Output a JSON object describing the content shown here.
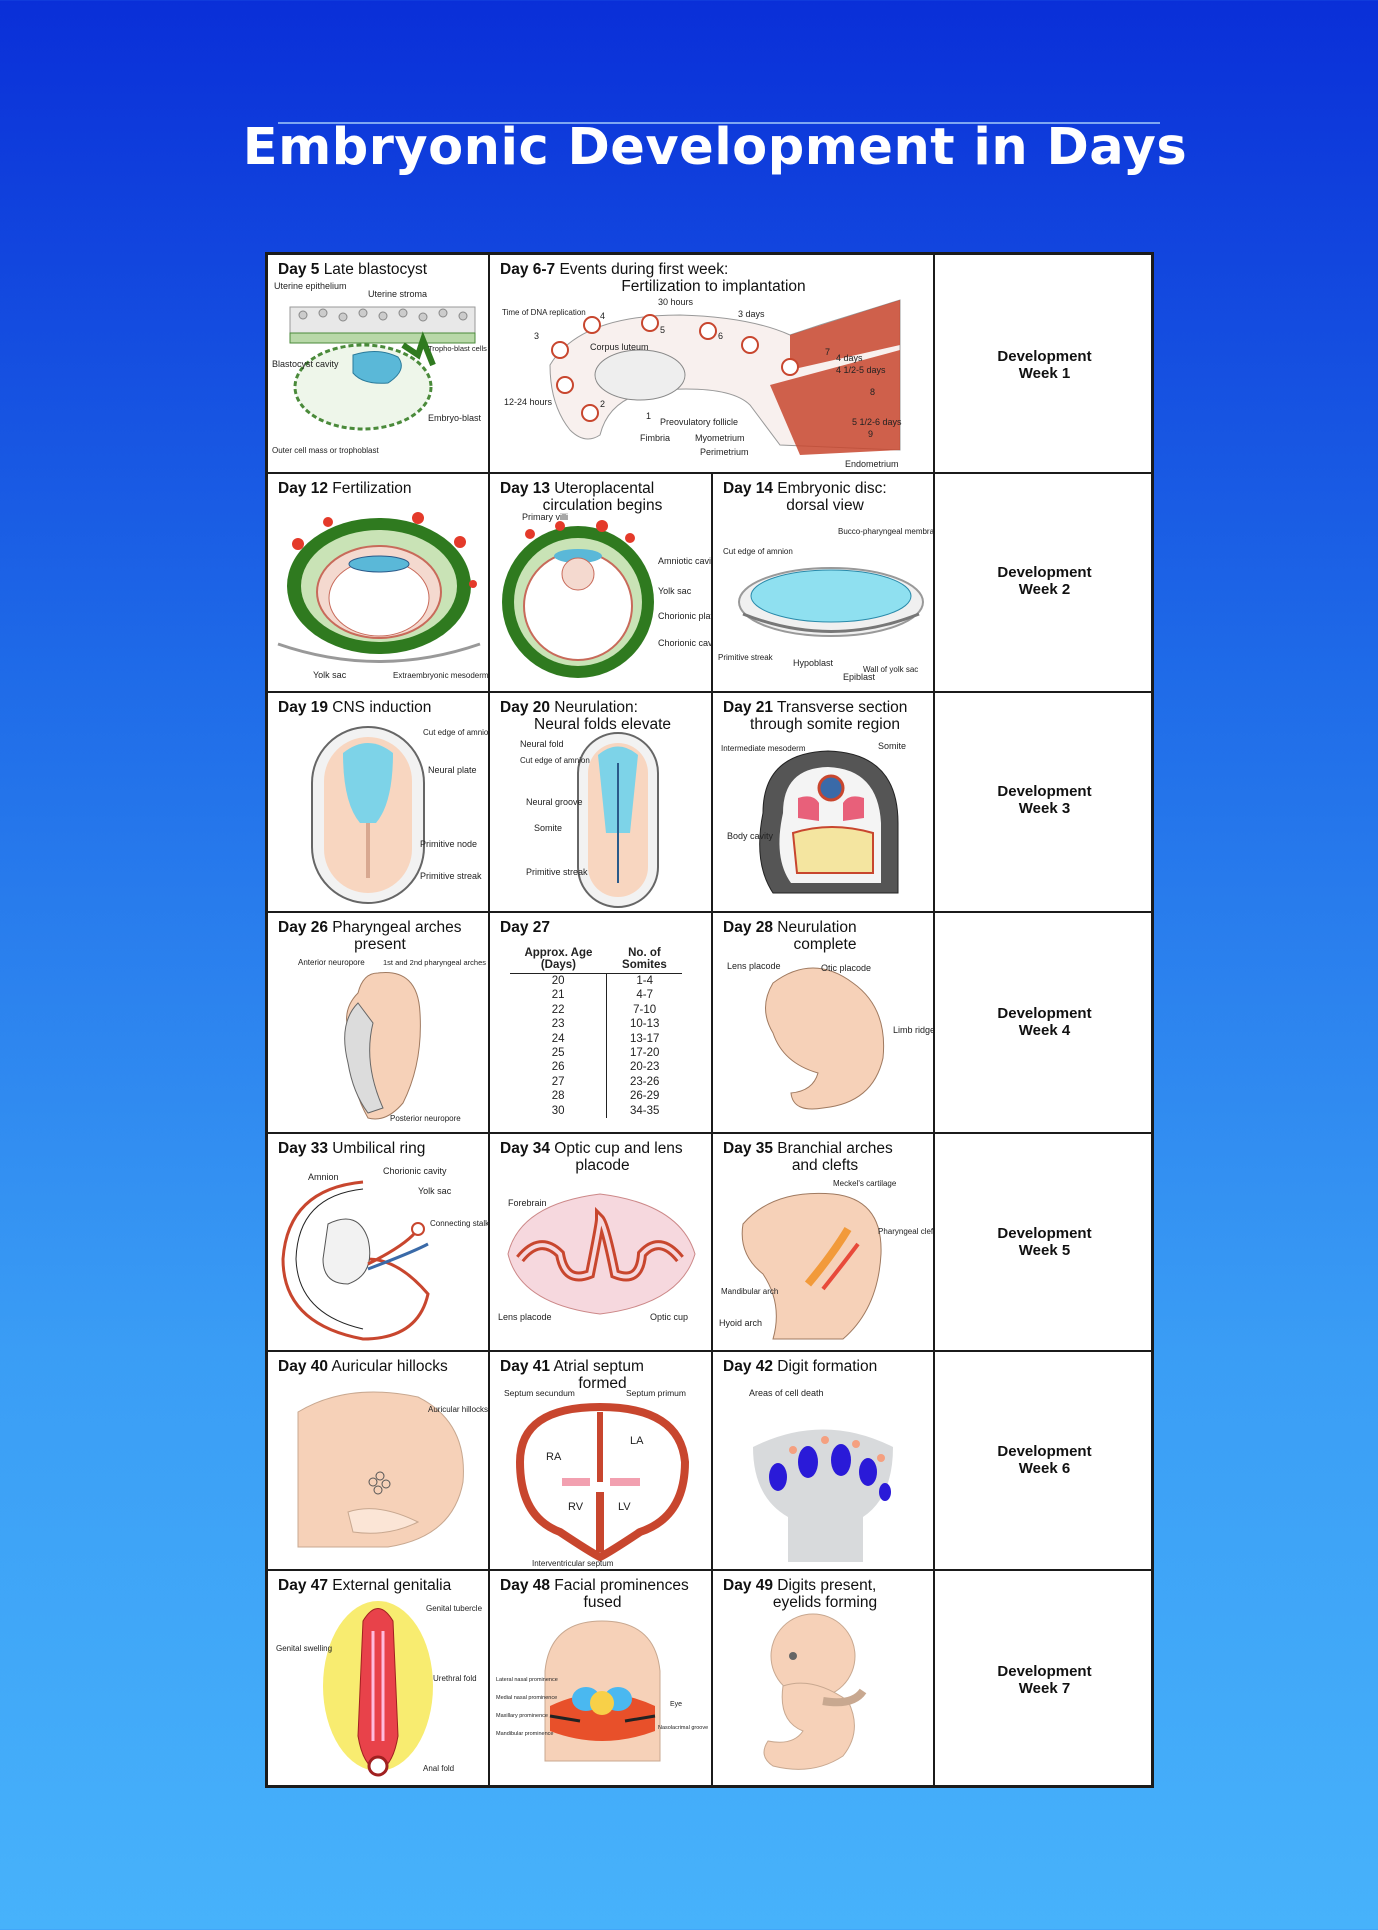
{
  "title": "Embryonic Development in Days",
  "colors": {
    "background_top": "#0a2fd8",
    "background_bottom": "#47b2fb",
    "tissue": "#f6d1b8",
    "neural": "#7dd3e8",
    "muscle": "#c8462e",
    "green": "#2f7a1f"
  },
  "rows": [
    {
      "week": [
        "Development",
        "Week 1"
      ],
      "cells": [
        {
          "day": "Day 5",
          "title": "Late blastocyst",
          "title2": "",
          "labels": [
            "Uterine epithelium",
            "Uterine stroma",
            "Tropho-blast cells",
            "Blastocyst cavity",
            "Embryo-blast",
            "Outer cell mass or trophoblast"
          ]
        },
        {
          "day": "Day 6-7",
          "title": "Events during first week:",
          "title2": "Fertilization to implantation",
          "labels": [
            "30 hours",
            "Time of DNA replication",
            "3 days",
            "Corpus luteum",
            "4 days",
            "4 1/2-5 days",
            "12-24 hours",
            "Preovulatory follicle",
            "Fimbria",
            "Myometrium",
            "Perimetrium",
            "5 1/2-6 days",
            "Endometrium",
            "1",
            "2",
            "3",
            "4",
            "5",
            "6",
            "7",
            "8",
            "9"
          ]
        }
      ]
    },
    {
      "week": [
        "Development",
        "Week 2"
      ],
      "cells": [
        {
          "day": "Day 12",
          "title": "Fertilization",
          "title2": "",
          "labels": [
            "Yolk sac",
            "Extraembryonic mesoderm"
          ]
        },
        {
          "day": "Day 13",
          "title": "Uteroplacental",
          "title2": "circulation begins",
          "labels": [
            "Primary villi",
            "Amniotic cavity",
            "Yolk sac",
            "Chorionic plate",
            "Chorionic cavity"
          ]
        },
        {
          "day": "Day 14",
          "title": "Embryonic disc:",
          "title2": "dorsal view",
          "labels": [
            "Bucco-pharyngeal membrane",
            "Cut edge of amnion",
            "Wall of yolk sac",
            "Primitive streak",
            "Hypoblast",
            "Epiblast"
          ]
        }
      ]
    },
    {
      "week": [
        "Development",
        "Week 3"
      ],
      "cells": [
        {
          "day": "Day 19",
          "title": "CNS induction",
          "title2": "",
          "labels": [
            "Cut edge of amnion",
            "Neural plate",
            "Primitive node",
            "Primitive streak"
          ]
        },
        {
          "day": "Day 20",
          "title": "Neurulation:",
          "title2": "Neural folds elevate",
          "labels": [
            "Neural fold",
            "Cut edge of amnion",
            "Neural groove",
            "Somite",
            "Primitive streak"
          ]
        },
        {
          "day": "Day 21",
          "title": "Transverse section",
          "title2": "through somite region",
          "labels": [
            "Intermediate mesoderm",
            "Somite",
            "Body cavity"
          ]
        }
      ]
    },
    {
      "week": [
        "Development",
        "Week 4"
      ],
      "cells": [
        {
          "day": "Day 26",
          "title": "Pharyngeal arches",
          "title2": "present",
          "labels": [
            "Anterior neuropore",
            "1st and 2nd pharyngeal arches",
            "Posterior neuropore"
          ]
        },
        {
          "day": "Day 27",
          "title": "",
          "title2": "",
          "table": {
            "headers": [
              "Approx. Age (Days)",
              "No. of Somites"
            ],
            "rows": [
              [
                "20",
                "1-4"
              ],
              [
                "21",
                "4-7"
              ],
              [
                "22",
                "7-10"
              ],
              [
                "23",
                "10-13"
              ],
              [
                "24",
                "13-17"
              ],
              [
                "25",
                "17-20"
              ],
              [
                "26",
                "20-23"
              ],
              [
                "27",
                "23-26"
              ],
              [
                "28",
                "26-29"
              ],
              [
                "30",
                "34-35"
              ]
            ]
          }
        },
        {
          "day": "Day 28",
          "title": "Neurulation",
          "title2": "complete",
          "labels": [
            "Otic placode",
            "Lens placode",
            "Limb ridge"
          ]
        }
      ]
    },
    {
      "week": [
        "Development",
        "Week 5"
      ],
      "cells": [
        {
          "day": "Day 33",
          "title": "Umbilical ring",
          "title2": "",
          "labels": [
            "Amnion",
            "Chorionic cavity",
            "Yolk sac",
            "Connecting stalk"
          ]
        },
        {
          "day": "Day 34",
          "title": "Optic cup and lens",
          "title2": "placode",
          "labels": [
            "Forebrain",
            "Lens placode",
            "Optic cup"
          ]
        },
        {
          "day": "Day 35",
          "title": "Branchial arches",
          "title2": "and clefts",
          "labels": [
            "Meckel's cartilage",
            "Pharyngeal cleft",
            "Mandibular arch",
            "Hyoid arch"
          ]
        }
      ]
    },
    {
      "week": [
        "Development",
        "Week 6"
      ],
      "cells": [
        {
          "day": "Day 40",
          "title": "Auricular hillocks",
          "title2": "",
          "labels": [
            "Auricular hillocks"
          ]
        },
        {
          "day": "Day 41",
          "title": "Atrial septum",
          "title2": "formed",
          "labels": [
            "Septum secundum",
            "Septum primum",
            "LA",
            "RA",
            "RV",
            "LV",
            "Interventricular septum"
          ]
        },
        {
          "day": "Day 42",
          "title": "Digit formation",
          "title2": "",
          "labels": [
            "Areas of cell death"
          ]
        }
      ]
    },
    {
      "week": [
        "Development",
        "Week 7"
      ],
      "cells": [
        {
          "day": "Day 47",
          "title": "External genitalia",
          "title2": "",
          "labels": [
            "Genital tubercle",
            "Genital swelling",
            "Urethral fold",
            "Anal fold"
          ]
        },
        {
          "day": "Day 48",
          "title": "Facial prominences",
          "title2": "fused",
          "labels": [
            "Lateral nasal prominence",
            "Medial nasal prominence",
            "Maxillary prominence",
            "Mandibular prominence",
            "Eye",
            "Nasolacrimal groove"
          ]
        },
        {
          "day": "Day 49",
          "title": "Digits present,",
          "title2": "eyelids forming",
          "labels": []
        }
      ]
    }
  ]
}
